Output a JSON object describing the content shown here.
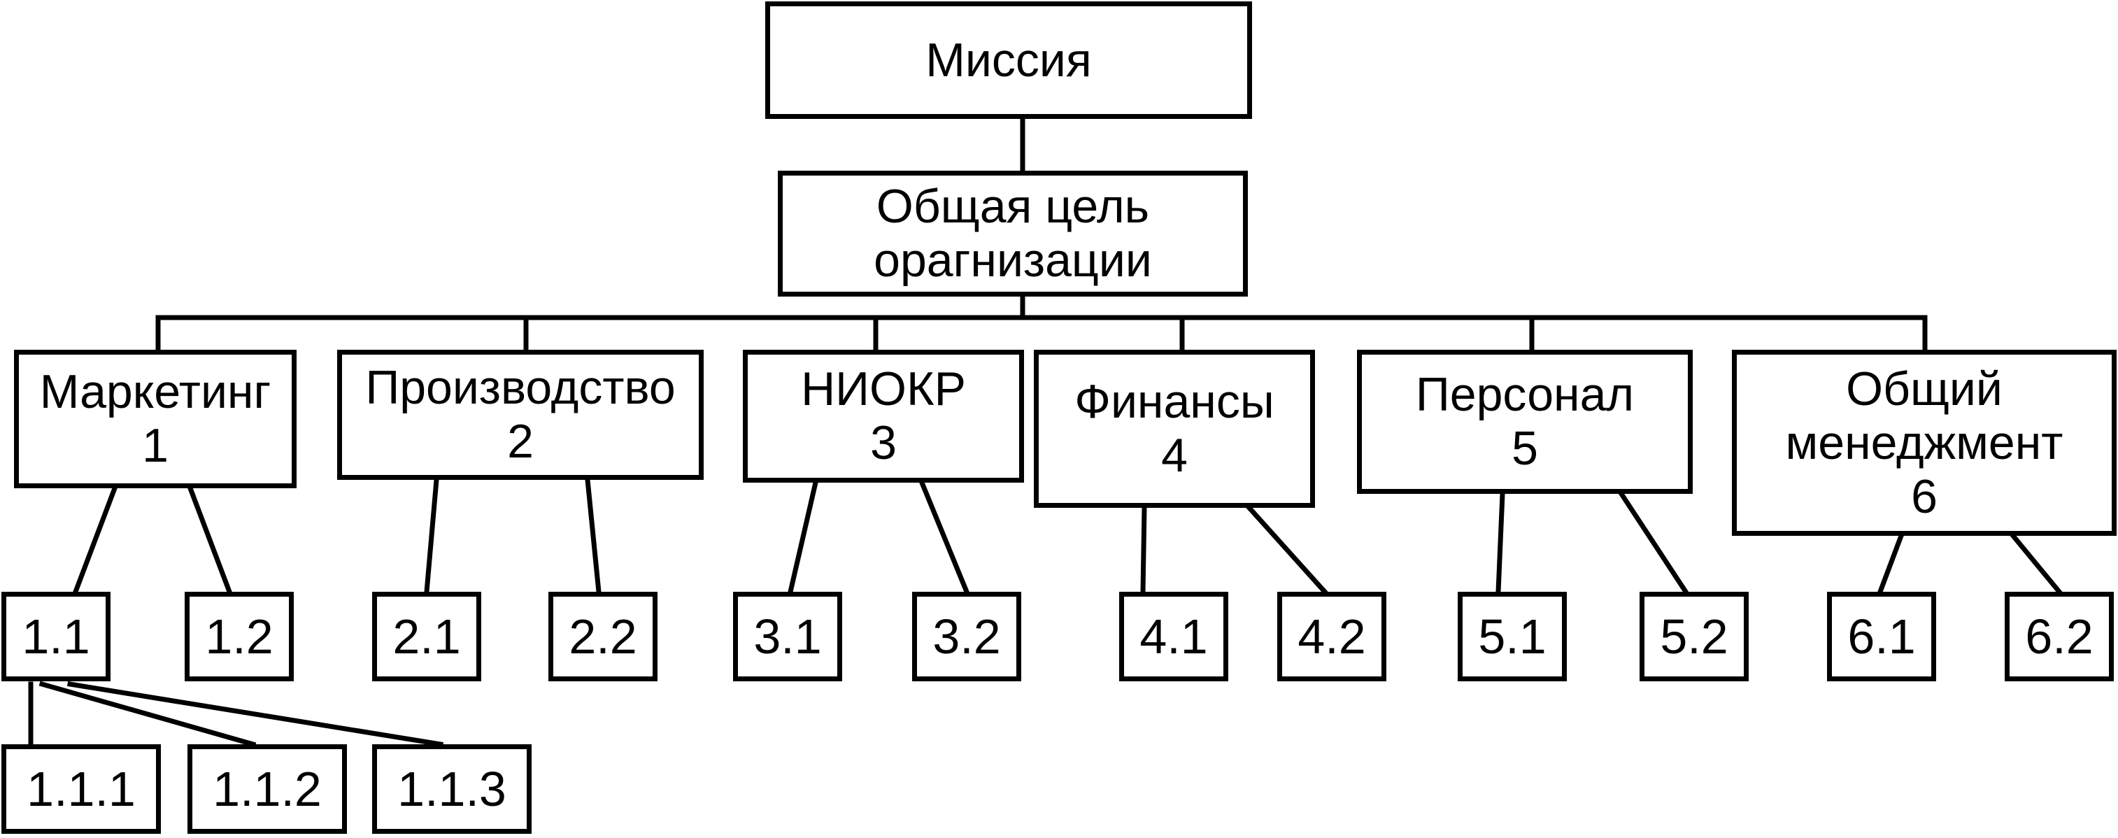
{
  "diagram": {
    "mission": "Миссия",
    "goal": "Общая цель\nорагнизации",
    "functions": [
      {
        "name": "Маркетинг\n1"
      },
      {
        "name": "Производство\n2"
      },
      {
        "name": "НИОКР\n3"
      },
      {
        "name": "Финансы\n4"
      },
      {
        "name": "Персонал\n5"
      },
      {
        "name": "Общий\nменеджмент\n6"
      }
    ],
    "subgoals": [
      "1.1",
      "1.2",
      "2.1",
      "2.2",
      "3.1",
      "3.2",
      "4.1",
      "4.2",
      "5.1",
      "5.2",
      "6.1",
      "6.2"
    ],
    "third_level": [
      "1.1.1",
      "1.1.2",
      "1.1.3"
    ]
  }
}
